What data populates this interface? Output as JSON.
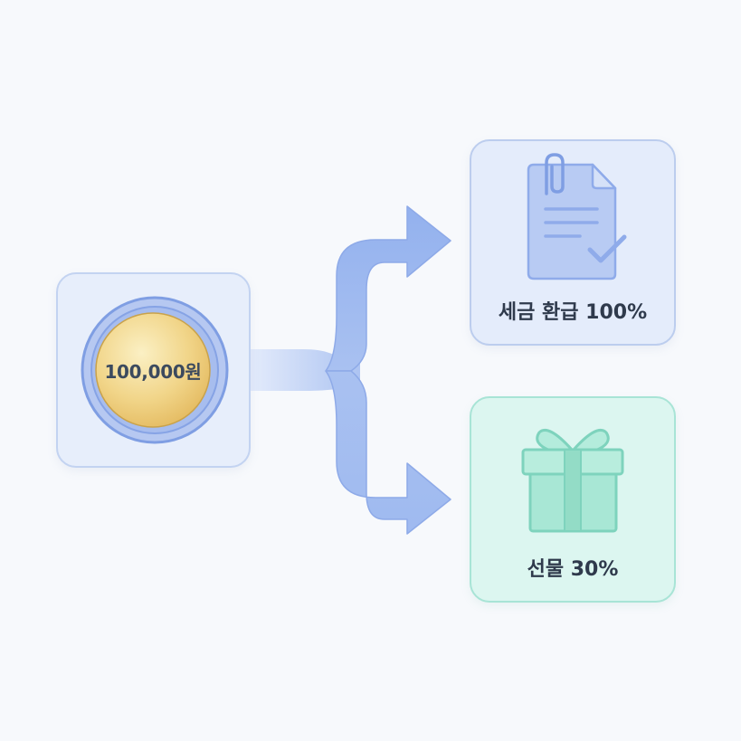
{
  "source": {
    "amount_label": "100,000원"
  },
  "outputs": {
    "refund": {
      "label": "세금 환급 100%"
    },
    "gift": {
      "label": "선물 30%"
    }
  },
  "icons": {
    "coin": "coin-icon",
    "document": "document-check-icon",
    "gift": "gift-box-icon",
    "arrows": "split-arrow-icon"
  },
  "colors": {
    "background": "#f7f9fc",
    "arrow": "#9fbaf0",
    "coin_gold": "#e9c46a",
    "coin_ring": "#8eaae8",
    "refund_card": "#e4ecfb",
    "gift_card": "#dcf6f0",
    "gift_icon": "#9ee3d0"
  }
}
